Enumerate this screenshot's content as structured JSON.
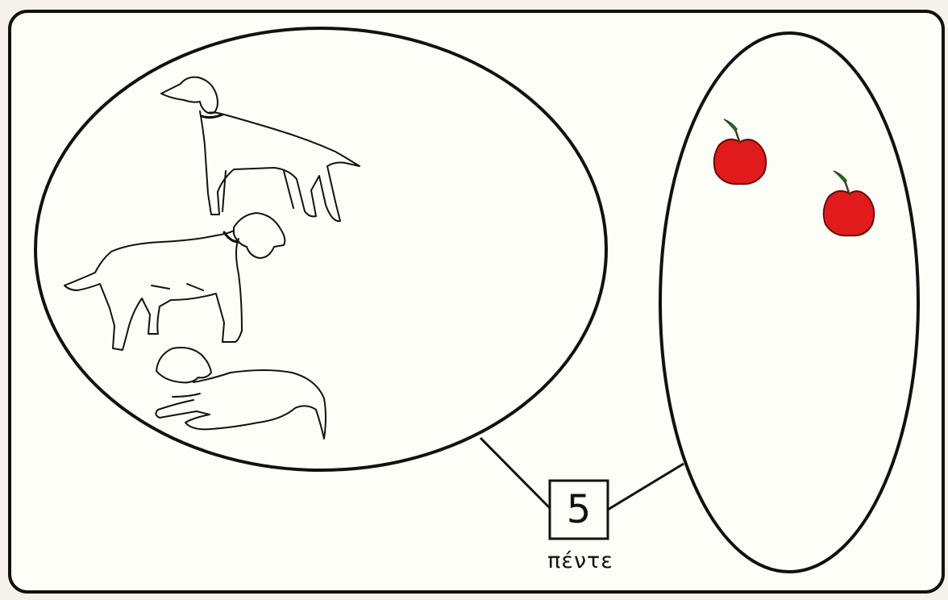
{
  "card": {
    "number": "5",
    "word": "πέντε"
  },
  "groups": {
    "left_set": {
      "item": "dog-icon",
      "count": 3
    },
    "right_set": {
      "item": "apple-icon",
      "count": 2
    }
  },
  "colors": {
    "background": "#f4f2ea",
    "card_fill": "#fefef9",
    "outline": "#111111",
    "apple_red": "#e11b1b",
    "apple_leaf": "#3a7d2c"
  }
}
